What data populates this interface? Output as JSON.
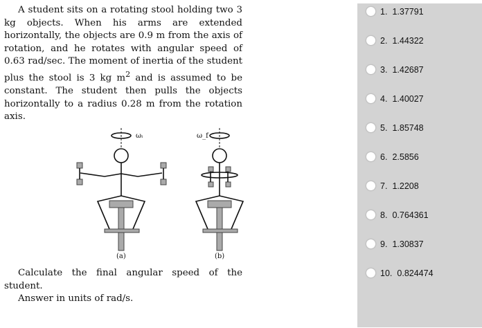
{
  "question": {
    "paragraph1": "A student sits on a rotating stool holding two 3 kg objects. When his arms are extended horizontally, the objects are 0.9 m from the axis of rotation, and he rotates with angular speed of 0.63 rad/sec. The moment of inertia of the student plus the stool is 3 kg m",
    "paragraph1_sup": "2",
    "paragraph1_end": " and is assumed to be constant. The student then pulls the objects horizontally to a radius 0.28 m from the rotation axis.",
    "paragraph2": "Calculate the final angular speed of the student.",
    "paragraph3": "Answer in units of rad/s."
  },
  "figure": {
    "label_a": "(a)",
    "label_b": "(b)",
    "omega_i": "ωᵢ",
    "omega_f": "ω_f"
  },
  "options": [
    {
      "num": "1.",
      "value": "1.37791"
    },
    {
      "num": "2.",
      "value": "1.44322"
    },
    {
      "num": "3.",
      "value": "1.42687"
    },
    {
      "num": "4.",
      "value": "1.40027"
    },
    {
      "num": "5.",
      "value": "1.85748"
    },
    {
      "num": "6.",
      "value": "2.5856"
    },
    {
      "num": "7.",
      "value": "1.2208"
    },
    {
      "num": "8.",
      "value": "0.764361"
    },
    {
      "num": "9.",
      "value": "1.30837"
    },
    {
      "num": "10.",
      "value": "0.824474"
    }
  ]
}
